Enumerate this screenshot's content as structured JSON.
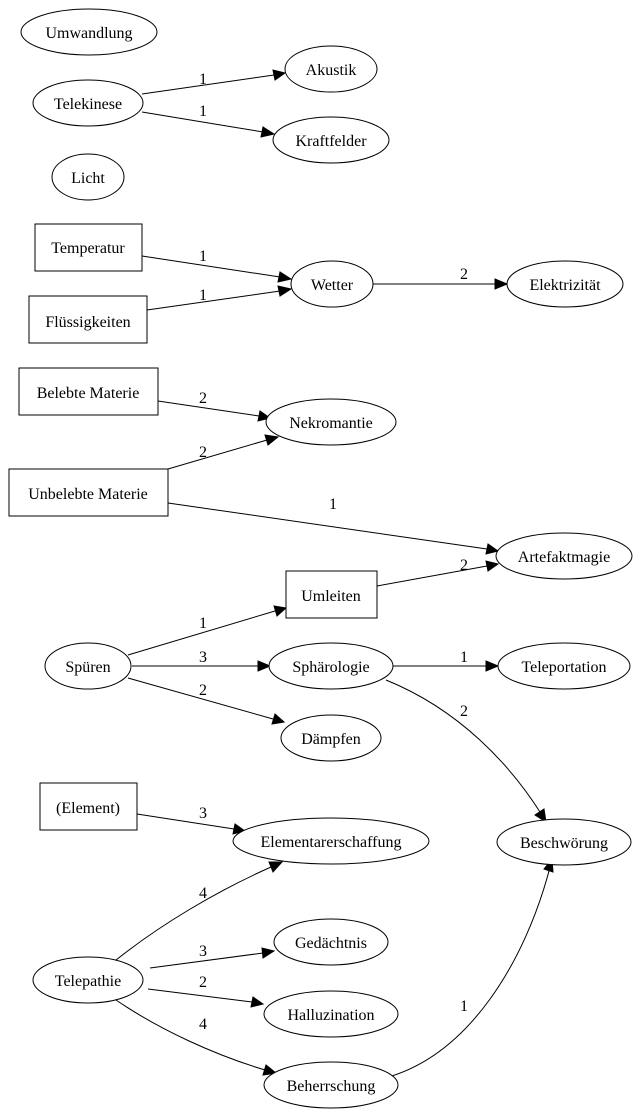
{
  "nodes": {
    "umwandlung": "Umwandlung",
    "telekinese": "Telekinese",
    "akustik": "Akustik",
    "kraftfelder": "Kraftfelder",
    "licht": "Licht",
    "temperatur": "Temperatur",
    "fluessigkeiten": "Flüssigkeiten",
    "wetter": "Wetter",
    "elektrizitaet": "Elektrizität",
    "belebte_materie": "Belebte Materie",
    "nekromantie": "Nekromantie",
    "unbelebte_materie": "Unbelebte Materie",
    "artefaktmagie": "Artefaktmagie",
    "umleiten": "Umleiten",
    "spueren": "Spüren",
    "sphaerologie": "Sphärologie",
    "teleportation": "Teleportation",
    "daempfen": "Dämpfen",
    "element": "(Element)",
    "elementarerschaffung": "Elementarerschaffung",
    "beschwoerung": "Beschwörung",
    "telepathie": "Telepathie",
    "gedaechtnis": "Gedächtnis",
    "halluzination": "Halluzination",
    "beherrschung": "Beherrschung"
  },
  "edges": {
    "telekinese_akustik": "1",
    "telekinese_kraftfelder": "1",
    "temperatur_wetter": "1",
    "fluessigkeiten_wetter": "1",
    "wetter_elektrizitaet": "2",
    "belebte_nekromantie": "2",
    "unbelebte_nekromantie": "2",
    "unbelebte_artefaktmagie": "1",
    "umleiten_artefaktmagie": "2",
    "spueren_umleiten": "1",
    "spueren_sphaerologie": "3",
    "spueren_daempfen": "2",
    "sphaerologie_teleportation": "1",
    "sphaerologie_beschwoerung": "2",
    "element_elementarerschaffung": "3",
    "telepathie_elementarerschaffung": "4",
    "telepathie_gedaechtnis": "3",
    "telepathie_halluzination": "2",
    "telepathie_beherrschung": "4",
    "beherrschung_beschwoerung": "1"
  }
}
